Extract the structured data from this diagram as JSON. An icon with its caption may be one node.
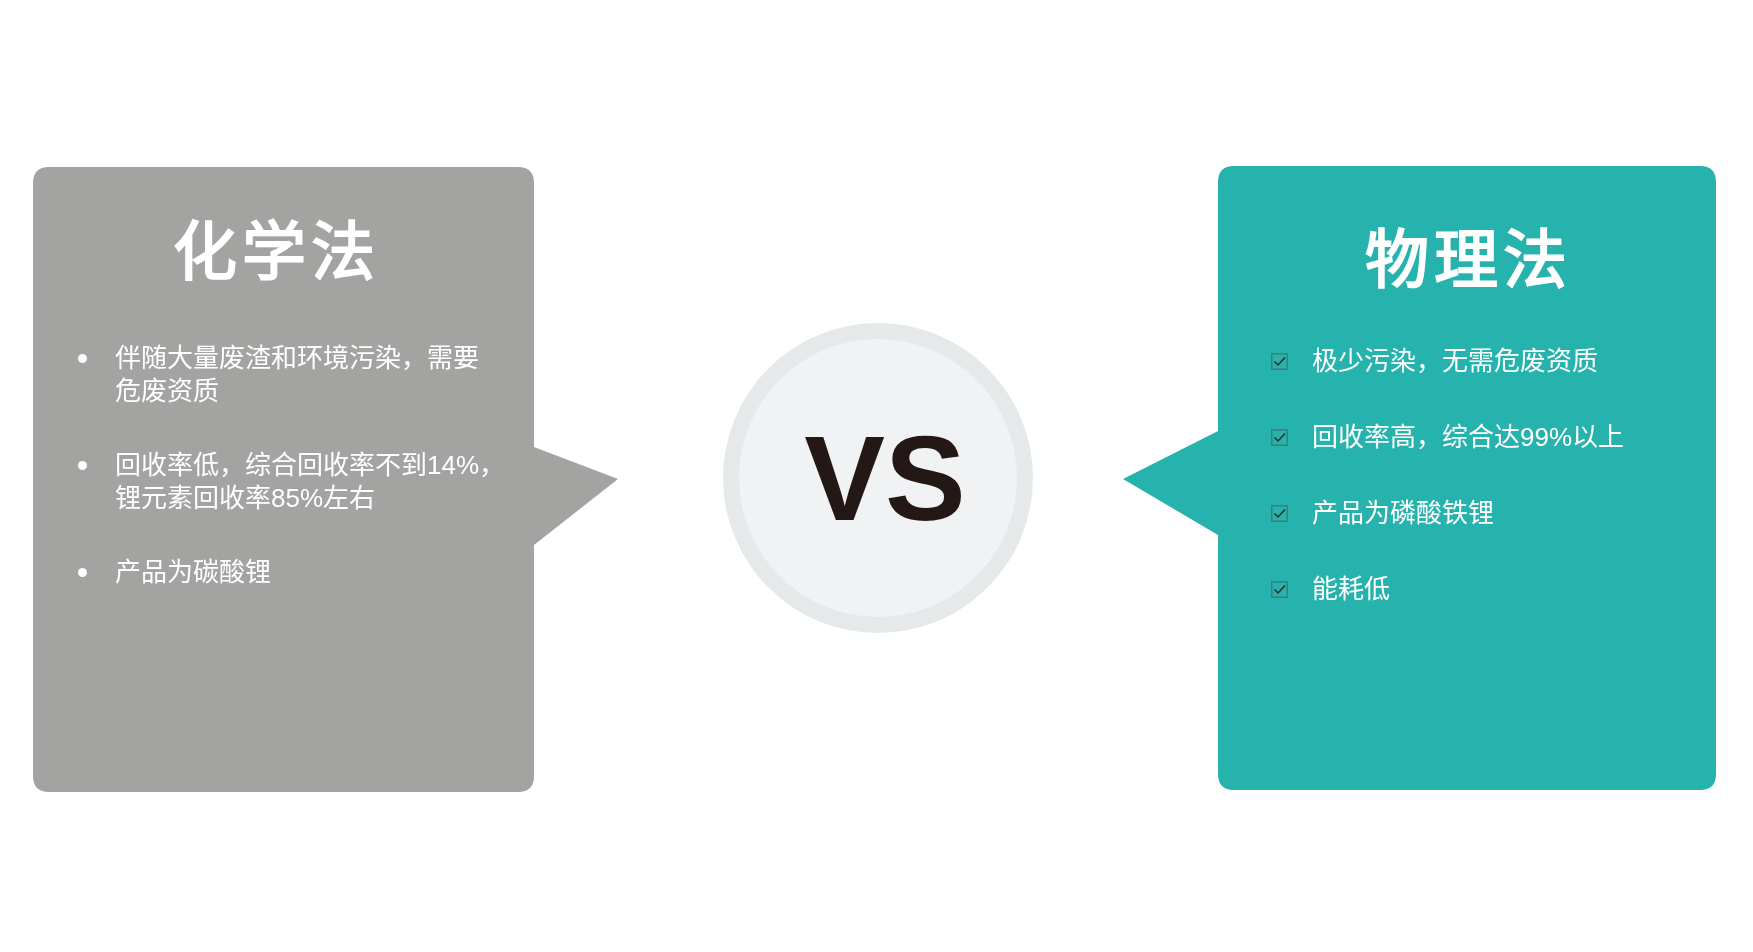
{
  "diagram": {
    "nodes": [
      {
        "text": [
          "化学法",
          "伴随大量废渣和环境污染，需要危废资质",
          "回收率低，综合回收率不到14%，锂元素回收率85%左右",
          "产品为碳酸锂"
        ]
      },
      {
        "text": [
          "VS"
        ]
      },
      {
        "text": [
          "物理法",
          "极少污染，无需危废资质",
          "回收率高，综合达99%以上",
          "产品为磷酸铁锂",
          "能耗低"
        ]
      }
    ]
  }
}
